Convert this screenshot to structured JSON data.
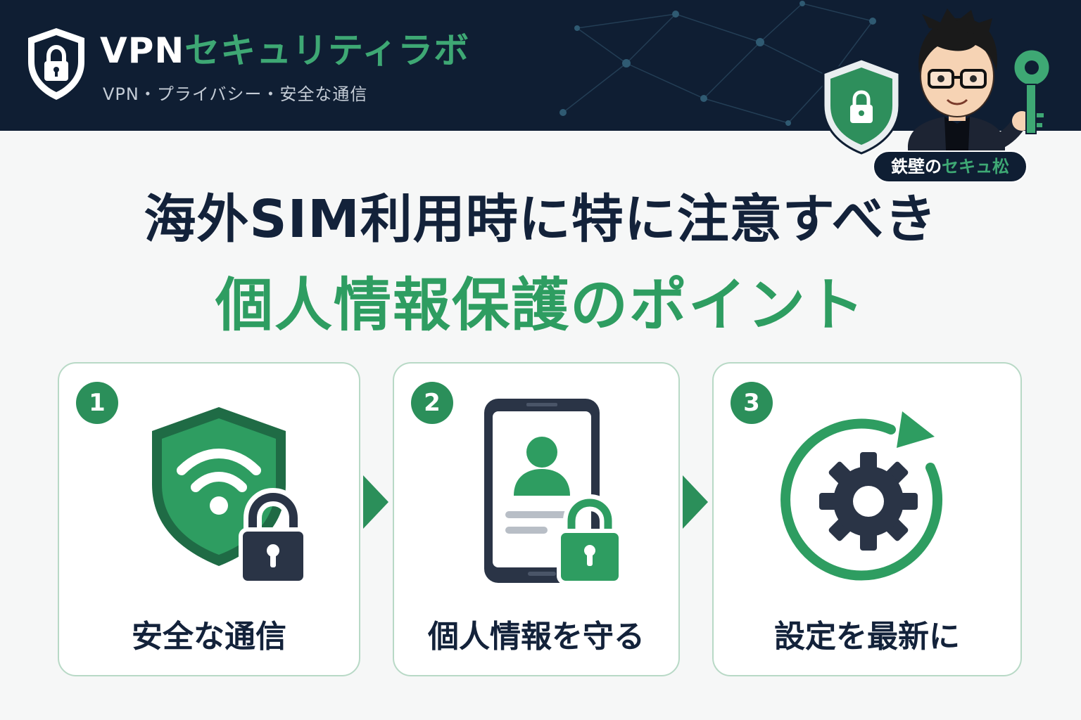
{
  "header": {
    "brand_vpn": "VPN",
    "brand_rest": "セキュリティラボ",
    "tagline": "VPN・プライバシー・安全な通信",
    "logo_icon": "shield-lock-icon"
  },
  "mascot": {
    "badge_part1": "鉄壁の",
    "badge_part2": "セキュ松",
    "icons": [
      "shield-lock-icon",
      "key-icon"
    ]
  },
  "title": {
    "line1": "海外SIM利用時に特に注意すべき",
    "line2": "個人情報保護のポイント"
  },
  "cards": [
    {
      "number": "1",
      "label": "安全な通信",
      "icon": "wifi-shield-lock-icon"
    },
    {
      "number": "2",
      "label": "個人情報を守る",
      "icon": "phone-profile-lock-icon"
    },
    {
      "number": "3",
      "label": "設定を最新に",
      "icon": "gear-refresh-icon"
    }
  ],
  "colors": {
    "navy": "#0f1e33",
    "green": "#2e9d61",
    "dark_text": "#13223a",
    "background": "#f6f7f7"
  }
}
